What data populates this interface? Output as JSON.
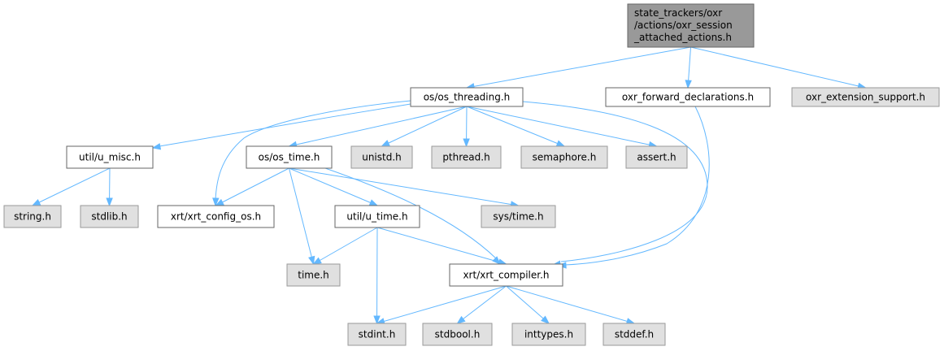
{
  "colors": {
    "root_fill": "#999999",
    "root_border": "#666666",
    "documented_fill": "#ffffff",
    "documented_border": "#666666",
    "system_fill": "#e0e0e0",
    "system_border": "#999999",
    "edge": "#63b8ff"
  },
  "nodes": [
    {
      "id": "root",
      "lines": [
        "state_trackers/oxr",
        "/actions/oxr_session",
        "_attached_actions.h"
      ],
      "kind": "root"
    },
    {
      "id": "os_threading",
      "lines": [
        "os/os_threading.h"
      ],
      "kind": "documented"
    },
    {
      "id": "oxr_forward",
      "lines": [
        "oxr_forward_declarations.h"
      ],
      "kind": "documented"
    },
    {
      "id": "oxr_ext",
      "lines": [
        "oxr_extension_support.h"
      ],
      "kind": "system"
    },
    {
      "id": "u_misc",
      "lines": [
        "util/u_misc.h"
      ],
      "kind": "documented"
    },
    {
      "id": "os_time",
      "lines": [
        "os/os_time.h"
      ],
      "kind": "documented"
    },
    {
      "id": "unistd",
      "lines": [
        "unistd.h"
      ],
      "kind": "system"
    },
    {
      "id": "pthread",
      "lines": [
        "pthread.h"
      ],
      "kind": "system"
    },
    {
      "id": "semaphore",
      "lines": [
        "semaphore.h"
      ],
      "kind": "system"
    },
    {
      "id": "assert",
      "lines": [
        "assert.h"
      ],
      "kind": "system"
    },
    {
      "id": "string",
      "lines": [
        "string.h"
      ],
      "kind": "system"
    },
    {
      "id": "stdlib",
      "lines": [
        "stdlib.h"
      ],
      "kind": "system"
    },
    {
      "id": "xrt_config_os",
      "lines": [
        "xrt/xrt_config_os.h"
      ],
      "kind": "documented"
    },
    {
      "id": "u_time",
      "lines": [
        "util/u_time.h"
      ],
      "kind": "documented"
    },
    {
      "id": "sys_time",
      "lines": [
        "sys/time.h"
      ],
      "kind": "system"
    },
    {
      "id": "time",
      "lines": [
        "time.h"
      ],
      "kind": "system"
    },
    {
      "id": "xrt_compiler",
      "lines": [
        "xrt/xrt_compiler.h"
      ],
      "kind": "documented"
    },
    {
      "id": "stdint",
      "lines": [
        "stdint.h"
      ],
      "kind": "system"
    },
    {
      "id": "stdbool",
      "lines": [
        "stdbool.h"
      ],
      "kind": "system"
    },
    {
      "id": "inttypes",
      "lines": [
        "inttypes.h"
      ],
      "kind": "system"
    },
    {
      "id": "stddef",
      "lines": [
        "stddef.h"
      ],
      "kind": "system"
    }
  ],
  "edges": [
    [
      "root",
      "os_threading"
    ],
    [
      "root",
      "oxr_forward"
    ],
    [
      "root",
      "oxr_ext"
    ],
    [
      "os_threading",
      "u_misc"
    ],
    [
      "os_threading",
      "os_time"
    ],
    [
      "os_threading",
      "unistd"
    ],
    [
      "os_threading",
      "pthread"
    ],
    [
      "os_threading",
      "semaphore"
    ],
    [
      "os_threading",
      "assert"
    ],
    [
      "os_threading",
      "xrt_config_os"
    ],
    [
      "os_threading",
      "xrt_compiler"
    ],
    [
      "oxr_forward",
      "xrt_compiler"
    ],
    [
      "u_misc",
      "string"
    ],
    [
      "u_misc",
      "stdlib"
    ],
    [
      "os_time",
      "xrt_config_os"
    ],
    [
      "os_time",
      "time"
    ],
    [
      "os_time",
      "u_time"
    ],
    [
      "os_time",
      "sys_time"
    ],
    [
      "os_time",
      "xrt_compiler"
    ],
    [
      "u_time",
      "time"
    ],
    [
      "u_time",
      "stdint"
    ],
    [
      "u_time",
      "xrt_compiler"
    ],
    [
      "xrt_compiler",
      "stdint"
    ],
    [
      "xrt_compiler",
      "stdbool"
    ],
    [
      "xrt_compiler",
      "inttypes"
    ],
    [
      "xrt_compiler",
      "stddef"
    ]
  ]
}
